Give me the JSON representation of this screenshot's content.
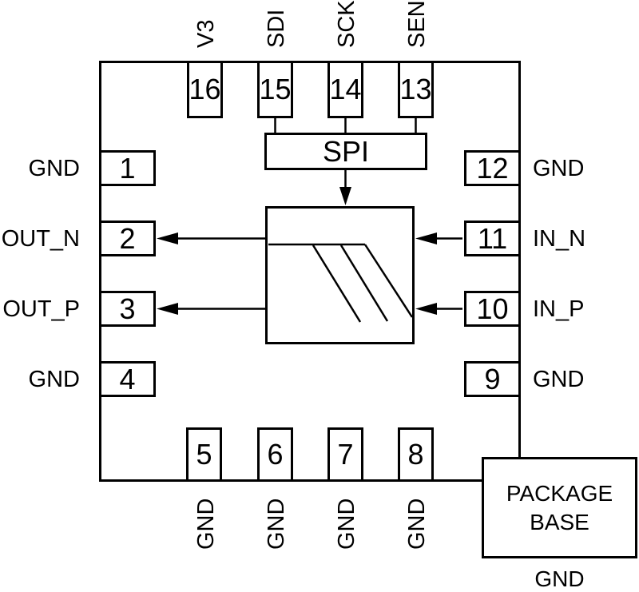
{
  "pins": {
    "top": [
      {
        "number": "16",
        "label": "V3"
      },
      {
        "number": "15",
        "label": "SDI"
      },
      {
        "number": "14",
        "label": "SCK"
      },
      {
        "number": "13",
        "label": "SEN"
      }
    ],
    "left": [
      {
        "number": "1",
        "label": "GND"
      },
      {
        "number": "2",
        "label": "OUT_N"
      },
      {
        "number": "3",
        "label": "OUT_P"
      },
      {
        "number": "4",
        "label": "GND"
      }
    ],
    "right": [
      {
        "number": "12",
        "label": "GND"
      },
      {
        "number": "11",
        "label": "IN_N"
      },
      {
        "number": "10",
        "label": "IN_P"
      },
      {
        "number": "9",
        "label": "GND"
      }
    ],
    "bottom": [
      {
        "number": "5",
        "label": "GND"
      },
      {
        "number": "6",
        "label": "GND"
      },
      {
        "number": "7",
        "label": "GND"
      },
      {
        "number": "8",
        "label": "GND"
      }
    ]
  },
  "blocks": {
    "spi_label": "SPI",
    "core_symbol": "digital-step-attenuator-icon"
  },
  "package_base": {
    "title_line1": "PACKAGE",
    "title_line2": "BASE",
    "ground_label": "GND"
  },
  "colors": {
    "line": "#000000",
    "background": "#ffffff"
  }
}
